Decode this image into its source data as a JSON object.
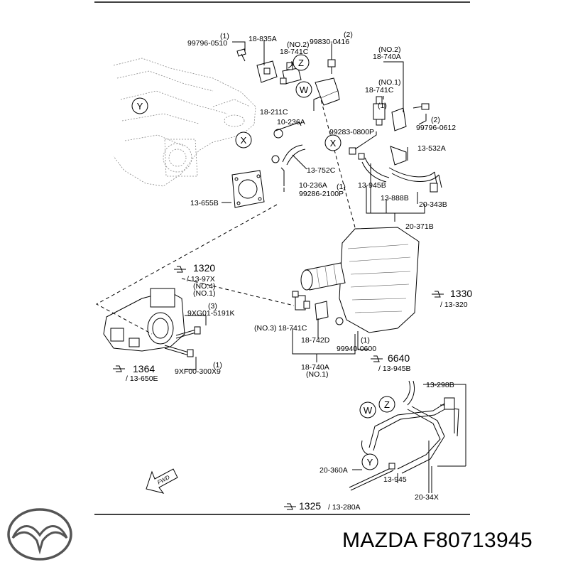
{
  "labels": {
    "l99796_0510": "99796-0510",
    "l99796_0510_q": "(1)",
    "l18_835A": "18-835A",
    "l18_741C_a": "18-741C",
    "l18_741C_a_q": "(NO.2)",
    "l99830_0416": "99830-0416",
    "l99830_0416_q": "(2)",
    "l18_740A_a": "18-740A",
    "l18_740A_a_q": "(NO.2)",
    "l18_741C_b": "18-741C",
    "l18_741C_b_q": "(NO.1)",
    "l18_741C_b_q2": "(1)",
    "l18_211C": "18-211C",
    "l10_236A_a": "10-236A",
    "l99283_0800P": "99283-0800P",
    "l99796_0612": "99796-0612",
    "l99796_0612_q": "(2)",
    "l13_532A": "13-532A",
    "l13_752C": "13-752C",
    "l10_236A_b": "10-236A",
    "l99286_2100P": "99286-2100P",
    "l99286_2100P_q": "(1)",
    "l13_945B_a": "13-945B",
    "l13_888B": "13-888B",
    "l20_343B": "20-343B",
    "l13_655B": "13-655B",
    "l20_371B": "20-371B",
    "l1320": "1320",
    "l13_97X": "/ 13-97X",
    "l1320_q": "(NO.4)",
    "l1320_q2": "(NO.1)",
    "l1330": "1330",
    "l13_320": "/ 13-320",
    "l9XG01_5191K": "9XG01-5191K",
    "l9XG01_q": "(3)",
    "l18_741C_c": "18-741C",
    "l18_741C_c_q": "(NO.3)",
    "l18_742D": "18-742D",
    "l99940_0600": "99940-0600",
    "l99940_0600_q": "(1)",
    "l6640": "6640",
    "l13_945B_b": "/ 13-945B",
    "l1364": "1364",
    "l13_650E": "/ 13-650E",
    "l9XF00_300X9": "9XF00-300X9",
    "l9XF00_q": "(1)",
    "l18_740A_b": "18-740A",
    "l18_740A_b_q": "(NO.1)",
    "l13_298B": "13-298B",
    "l20_360A": "20-360A",
    "l13_945": "13-945",
    "l20_34X": "20-34X",
    "l1325": "1325",
    "l13_280A": "/ 13-280A"
  },
  "callouts": {
    "Y": "Y",
    "X": "X",
    "Z": "Z",
    "W": "W"
  },
  "fwd": "FWD",
  "caption": "MAZDA F80713945",
  "icons": {
    "logo": "mazda-logo-icon",
    "fwd": "fwd-arrow-icon",
    "ref": "pointing-hand-icon"
  }
}
